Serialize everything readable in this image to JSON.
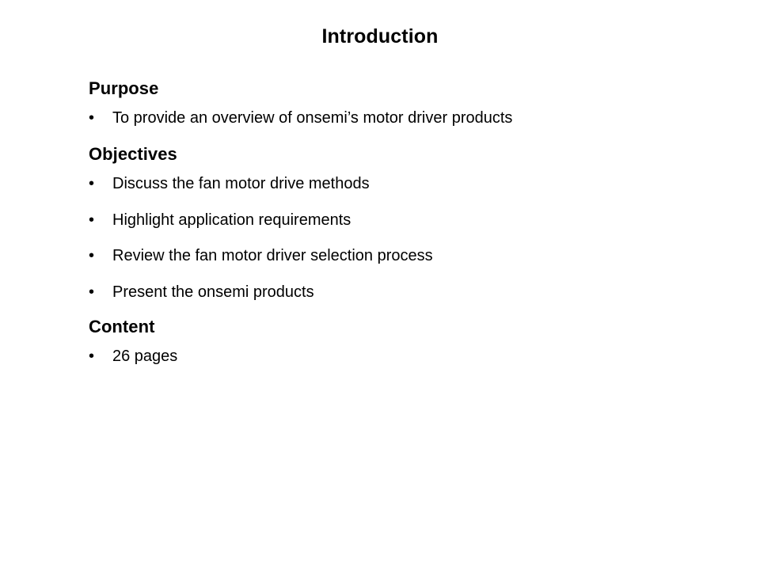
{
  "slide": {
    "title": "Introduction",
    "bullet_glyph": "•",
    "text_color": "#000000",
    "background_color": "#ffffff",
    "sections": [
      {
        "heading": "Purpose",
        "bullets": [
          "To provide an overview of onsemi’s motor driver products"
        ]
      },
      {
        "heading": "Objectives",
        "bullets": [
          "Discuss the fan motor drive methods",
          "Highlight application requirements",
          "Review the fan motor driver selection process",
          "Present the onsemi products"
        ]
      },
      {
        "heading": "Content",
        "bullets": [
          "26 pages"
        ]
      }
    ]
  }
}
